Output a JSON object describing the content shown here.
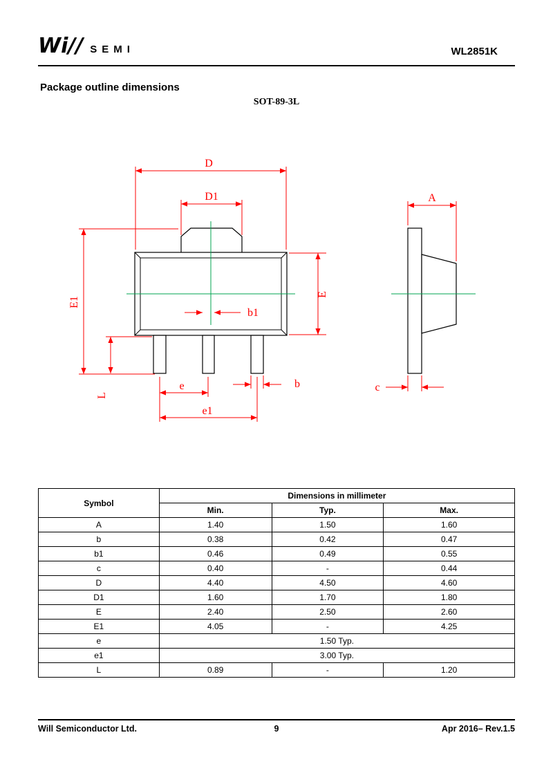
{
  "header": {
    "logo_mark": "Wi∕∕",
    "logo_text": "SEMI",
    "part_number": "WL2851K"
  },
  "content": {
    "title": "Package outline dimensions",
    "package_name": "SOT-89-3L"
  },
  "drawing": {
    "labels": {
      "D": "D",
      "D1": "D1",
      "E1": "E1",
      "E": "E",
      "b1": "b1",
      "b": "b",
      "e": "e",
      "e1": "e1",
      "L": "L",
      "A": "A",
      "c": "c"
    },
    "dimension_color": "#fe0000",
    "centerline_color": "#00a651",
    "outline_color": "#000000"
  },
  "table": {
    "symbol_header": "Symbol",
    "group_header": "Dimensions in millimeter",
    "columns": [
      "Min.",
      "Typ.",
      "Max."
    ],
    "rows": [
      {
        "symbol": "A",
        "min": "1.40",
        "typ": "1.50",
        "max": "1.60"
      },
      {
        "symbol": "b",
        "min": "0.38",
        "typ": "0.42",
        "max": "0.47"
      },
      {
        "symbol": "b1",
        "min": "0.46",
        "typ": "0.49",
        "max": "0.55"
      },
      {
        "symbol": "c",
        "min": "0.40",
        "typ": "-",
        "max": "0.44"
      },
      {
        "symbol": "D",
        "min": "4.40",
        "typ": "4.50",
        "max": "4.60"
      },
      {
        "symbol": "D1",
        "min": "1.60",
        "typ": "1.70",
        "max": "1.80"
      },
      {
        "symbol": "E",
        "min": "2.40",
        "typ": "2.50",
        "max": "2.60"
      },
      {
        "symbol": "E1",
        "min": "4.05",
        "typ": "-",
        "max": "4.25"
      },
      {
        "symbol": "e",
        "span": "1.50 Typ."
      },
      {
        "symbol": "e1",
        "span": "3.00 Typ."
      },
      {
        "symbol": "L",
        "min": "0.89",
        "typ": "-",
        "max": "1.20"
      }
    ]
  },
  "footer": {
    "company": "Will Semiconductor Ltd.",
    "page_number": "9",
    "revision": "Apr 2016– Rev.1.5"
  }
}
